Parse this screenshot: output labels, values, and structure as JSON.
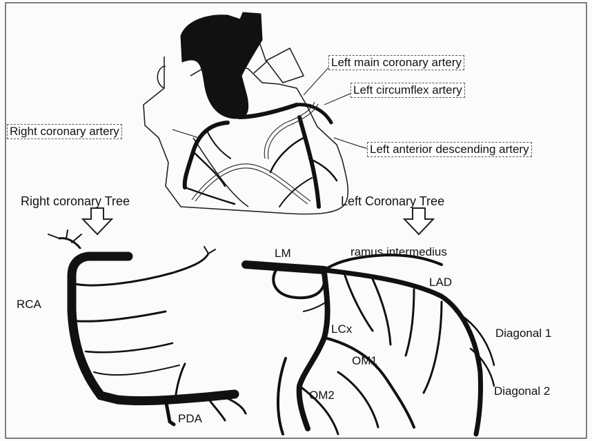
{
  "heart_labels": {
    "left_main": "Left main coronary artery",
    "left_circumflex": "Left circumflex artery",
    "right_coronary": "Right coronary artery",
    "lad": "Left anterior descending artery"
  },
  "tree_titles": {
    "right": "Right coronary Tree",
    "left": "Left Coronary Tree"
  },
  "tree_labels": {
    "lm": "LM",
    "ramus": "ramus intermedius",
    "lad": "LAD",
    "rca": "RCA",
    "lcx": "LCx",
    "diagonal1": "Diagonal 1",
    "om1": "OM1",
    "om2": "OM2",
    "diagonal2": "Diagonal 2",
    "pda": "PDA"
  },
  "colors": {
    "vessel": "#111111",
    "outline": "#222222",
    "background": "#fbfbfb"
  }
}
